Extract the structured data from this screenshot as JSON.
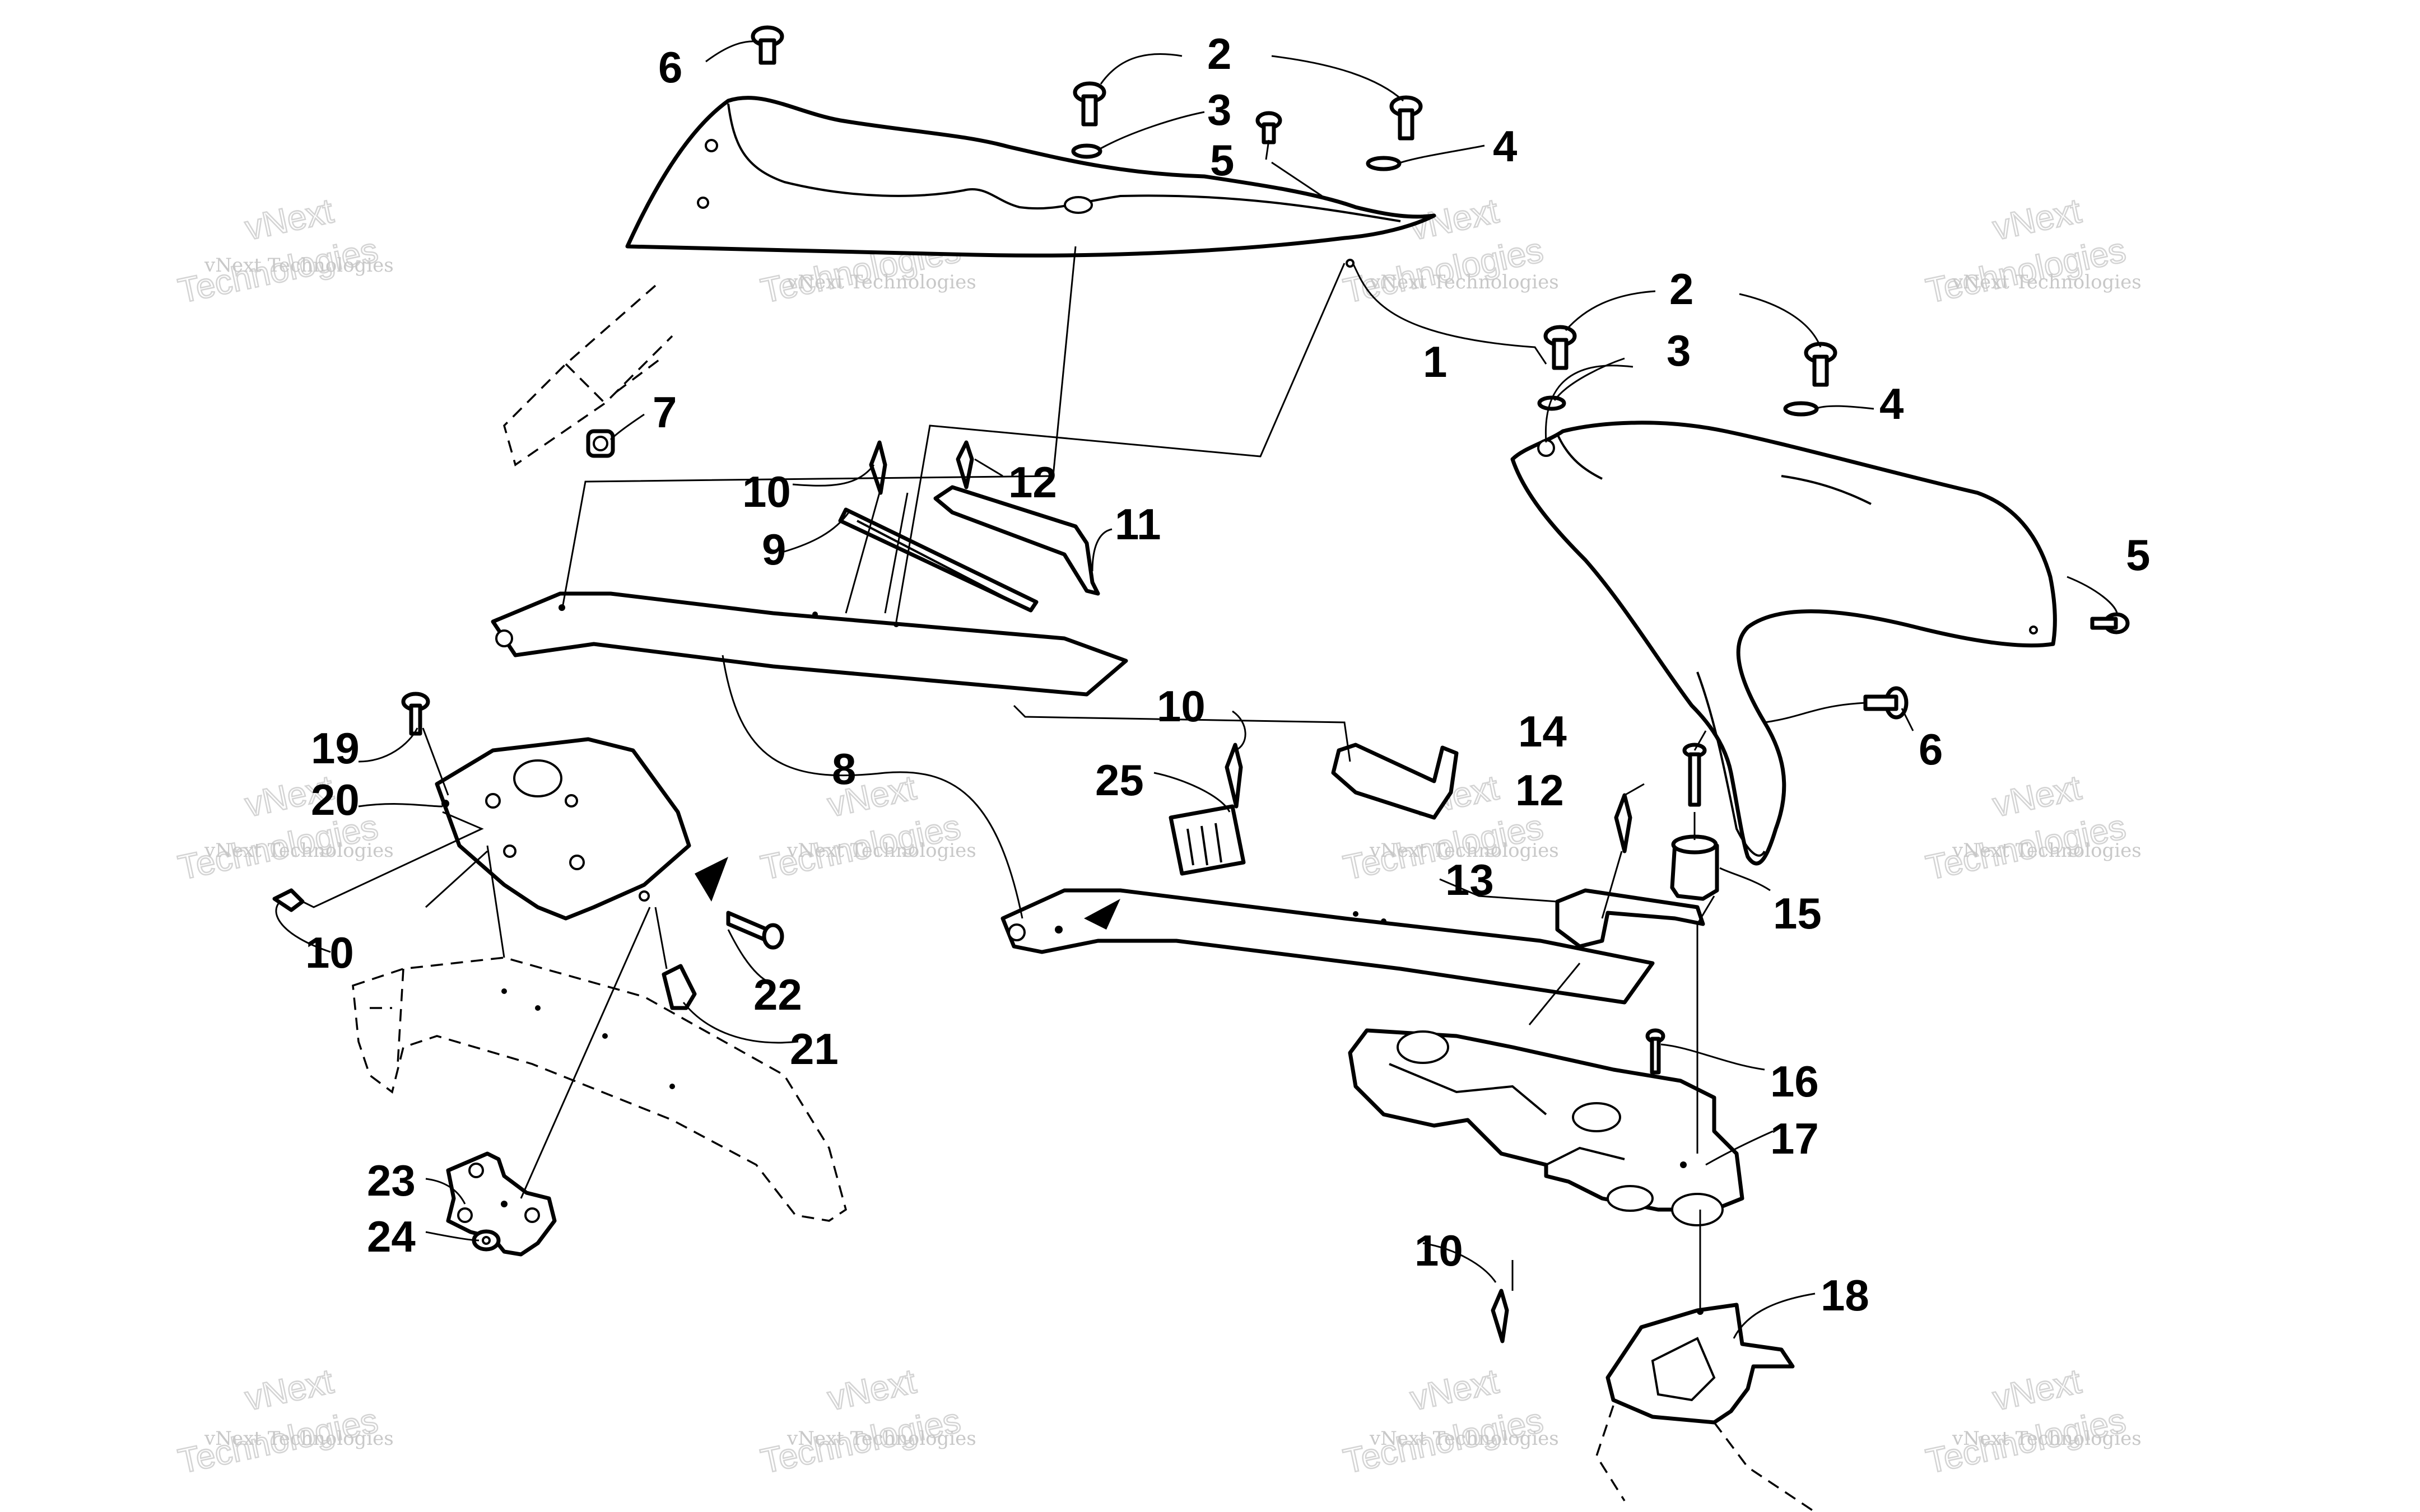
{
  "callouts": [
    {
      "id": "c6a",
      "text": "6"
    },
    {
      "id": "c2a",
      "text": "2"
    },
    {
      "id": "c3a",
      "text": "3"
    },
    {
      "id": "c5a",
      "text": "5"
    },
    {
      "id": "c4a",
      "text": "4"
    },
    {
      "id": "c7",
      "text": "7"
    },
    {
      "id": "c2b",
      "text": "2"
    },
    {
      "id": "c1",
      "text": "1"
    },
    {
      "id": "c3b",
      "text": "3"
    },
    {
      "id": "c4b",
      "text": "4"
    },
    {
      "id": "c5b",
      "text": "5"
    },
    {
      "id": "c6b",
      "text": "6"
    },
    {
      "id": "c10a",
      "text": "10"
    },
    {
      "id": "c12a",
      "text": "12"
    },
    {
      "id": "c11",
      "text": "11"
    },
    {
      "id": "c9",
      "text": "9"
    },
    {
      "id": "c10b",
      "text": "10"
    },
    {
      "id": "c8",
      "text": "8"
    },
    {
      "id": "c25",
      "text": "25"
    },
    {
      "id": "c14",
      "text": "14"
    },
    {
      "id": "c12b",
      "text": "12"
    },
    {
      "id": "c13",
      "text": "13"
    },
    {
      "id": "c15",
      "text": "15"
    },
    {
      "id": "c19",
      "text": "19"
    },
    {
      "id": "c20",
      "text": "20"
    },
    {
      "id": "c10c",
      "text": "10"
    },
    {
      "id": "c22",
      "text": "22"
    },
    {
      "id": "c21",
      "text": "21"
    },
    {
      "id": "c23",
      "text": "23"
    },
    {
      "id": "c24",
      "text": "24"
    },
    {
      "id": "c16",
      "text": "16"
    },
    {
      "id": "c17",
      "text": "17"
    },
    {
      "id": "c10d",
      "text": "10"
    },
    {
      "id": "c18",
      "text": "18"
    }
  ],
  "watermark": {
    "small": "vNext Technologies",
    "big_line1": "vNext",
    "big_line2": "Technologies"
  }
}
